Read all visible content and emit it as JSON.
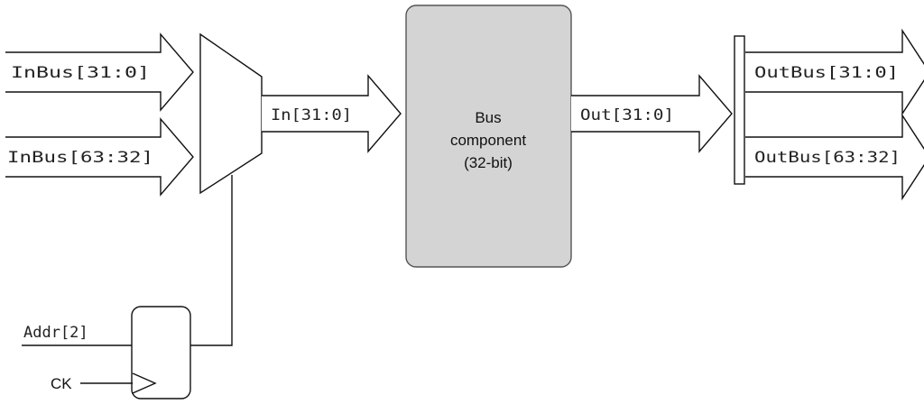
{
  "inputs": {
    "in_low": "InBus[31:0]",
    "in_high": "InBus[63:32]"
  },
  "mux_output": "In[31:0]",
  "component": {
    "line1": "Bus",
    "line2": "component",
    "line3": "(32-bit)"
  },
  "component_output": "Out[31:0]",
  "outputs": {
    "out_low": "OutBus[31:0]",
    "out_high": "OutBus[63:32]"
  },
  "register": {
    "addr_label": "Addr[2]",
    "clock_label": "CK"
  },
  "colors": {
    "component_fill": "#d4d4d4",
    "stroke": "#111111"
  }
}
